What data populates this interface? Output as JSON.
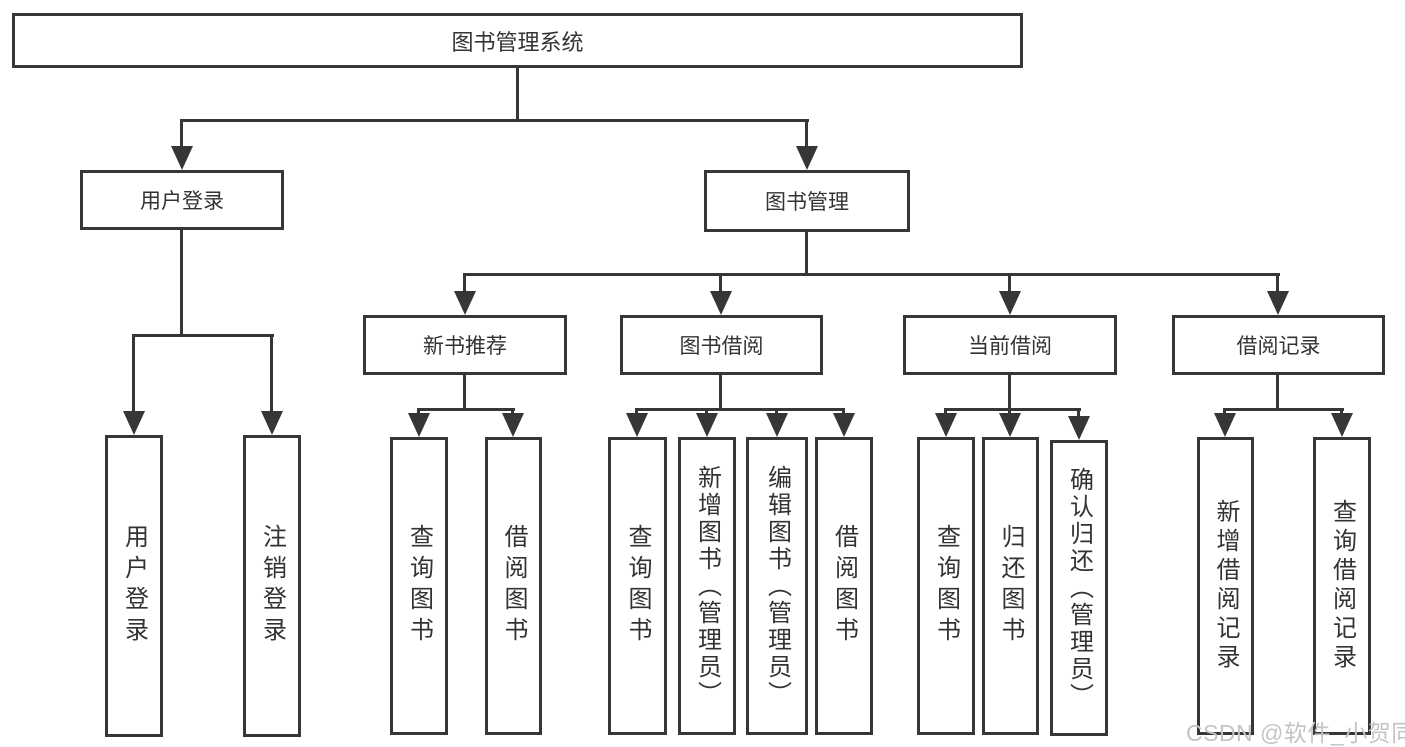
{
  "tree": {
    "root": {
      "label": "图书管理系统"
    },
    "branches": [
      {
        "label": "用户登录",
        "children": [
          {
            "label": "用户登录"
          },
          {
            "label": "注销登录"
          }
        ]
      },
      {
        "label": "图书管理",
        "children": [
          {
            "label": "新书推荐",
            "children": [
              {
                "label": "查询图书"
              },
              {
                "label": "借阅图书"
              }
            ]
          },
          {
            "label": "图书借阅",
            "children": [
              {
                "label": "查询图书"
              },
              {
                "label": "新增图书（管理员）"
              },
              {
                "label": "编辑图书（管理员）"
              },
              {
                "label": "借阅图书"
              }
            ]
          },
          {
            "label": "当前借阅",
            "children": [
              {
                "label": "查询图书"
              },
              {
                "label": "归还图书"
              },
              {
                "label": "确认归还（管理员）"
              }
            ]
          },
          {
            "label": "借阅记录",
            "children": [
              {
                "label": "新增借阅记录"
              },
              {
                "label": "查询借阅记录"
              }
            ]
          }
        ]
      }
    ]
  },
  "watermark": {
    "text": "CSDN @软件_小贺同学"
  },
  "colors": {
    "line": "#363636",
    "text": "#333333",
    "watermark": "#c4c4c4",
    "background": "#ffffff"
  }
}
